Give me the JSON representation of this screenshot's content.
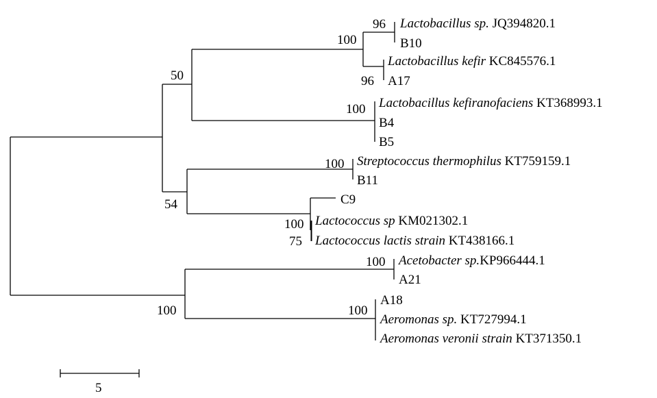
{
  "tree": {
    "leaves": [
      {
        "id": "lsp",
        "species": "Lactobacillus sp.",
        "accession": "JQ394820.1"
      },
      {
        "id": "b10",
        "species": "",
        "accession": "B10"
      },
      {
        "id": "lkef",
        "species": "Lactobacillus kefir",
        "accession": "KC845576.1"
      },
      {
        "id": "a17",
        "species": "",
        "accession": "A17"
      },
      {
        "id": "lkfr",
        "species": "Lactobacillus kefiranofaciens",
        "accession": "KT368993.1"
      },
      {
        "id": "b4",
        "species": "",
        "accession": "B4"
      },
      {
        "id": "b5",
        "species": "",
        "accession": "B5"
      },
      {
        "id": "sth",
        "species": "Streptococcus thermophilus",
        "accession": "KT759159.1"
      },
      {
        "id": "b11",
        "species": "",
        "accession": "B11"
      },
      {
        "id": "c9",
        "species": "",
        "accession": "C9"
      },
      {
        "id": "lcsp",
        "species": "Lactococcus sp",
        "accession": "KM021302.1"
      },
      {
        "id": "lcl",
        "species": "Lactococcus lactis strain",
        "accession": "KT438166.1"
      },
      {
        "id": "acsp",
        "species": "Acetobacter sp.",
        "accession": "KP966444.1"
      },
      {
        "id": "a21",
        "species": "",
        "accession": "A21"
      },
      {
        "id": "a18",
        "species": "",
        "accession": "A18"
      },
      {
        "id": "aesp",
        "species": "Aeromonas sp.",
        "accession": "KT727994.1"
      },
      {
        "id": "aev",
        "species": "Aeromonas veronii strain",
        "accession": "KT371350.1"
      }
    ],
    "bootstrap": {
      "lsp_b10": "96",
      "lkef_a17": "96",
      "lacto_pair": "100",
      "kefiranofaciens": "100",
      "lactobacillus_clade": "50",
      "streptococcus": "100",
      "lactococcus_inner": "100",
      "lactococcus_lactis": "75",
      "strep_lacto": "54",
      "acetobacter": "100",
      "aeromonas": "100",
      "outgroup": "100"
    },
    "scale_bar": {
      "value": 5,
      "label": "5"
    }
  }
}
